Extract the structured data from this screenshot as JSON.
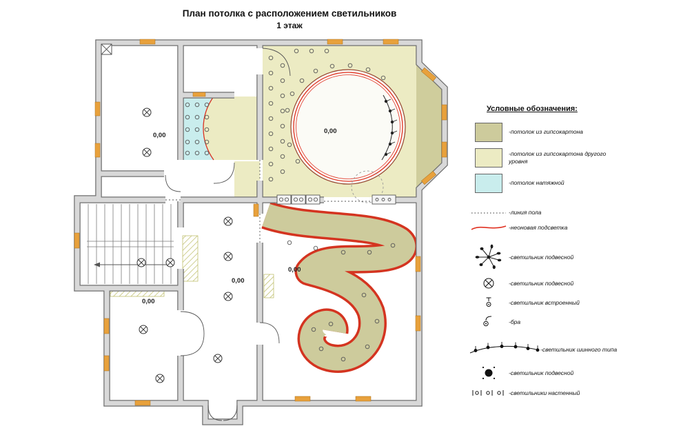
{
  "title": {
    "line1": "План потолка с расположением светильников",
    "line2": "1 этаж"
  },
  "plan": {
    "elevation_labels": [
      {
        "text": "0,00"
      },
      {
        "text": "0,00"
      },
      {
        "text": "0,00"
      },
      {
        "text": "0,00"
      },
      {
        "text": "0,00"
      }
    ]
  },
  "legend": {
    "header": "Условные обозначения:",
    "swatches": [
      {
        "name": "gypsum-ceiling",
        "color": "#cdcb9c",
        "label": "-потолок из гипсокартона"
      },
      {
        "name": "gypsum-ceiling-level2",
        "color": "#ecebc3",
        "label": "-потолок из гипсокартона другого уровня"
      },
      {
        "name": "stretch-ceiling",
        "color": "#c9eded",
        "label": "-потолок натяжной"
      }
    ],
    "line_samples": [
      {
        "name": "floor-line",
        "label": "-линия пола"
      },
      {
        "name": "neon-light",
        "color": "#e03020",
        "label": "-неоновая подсветка"
      }
    ],
    "symbols": [
      {
        "name": "pendant-sputnik",
        "label": "-светильник подвесной"
      },
      {
        "name": "pendant-light",
        "label": "-светильник подвесной"
      },
      {
        "name": "recessed-light",
        "label": "-светильник встроенный"
      },
      {
        "name": "sconce",
        "label": "-бра"
      },
      {
        "name": "track-light",
        "label": "-светильник шинного типа"
      },
      {
        "name": "pendant-filled",
        "label": "-светильник подвесной"
      },
      {
        "name": "wall-lights",
        "label": "-светильники настенный"
      }
    ]
  },
  "colors": {
    "wall_fill": "#d8d8d8",
    "wall_edge": "#6f6f6f",
    "neon": "#e03020",
    "window_mark": "#e8a13c"
  }
}
